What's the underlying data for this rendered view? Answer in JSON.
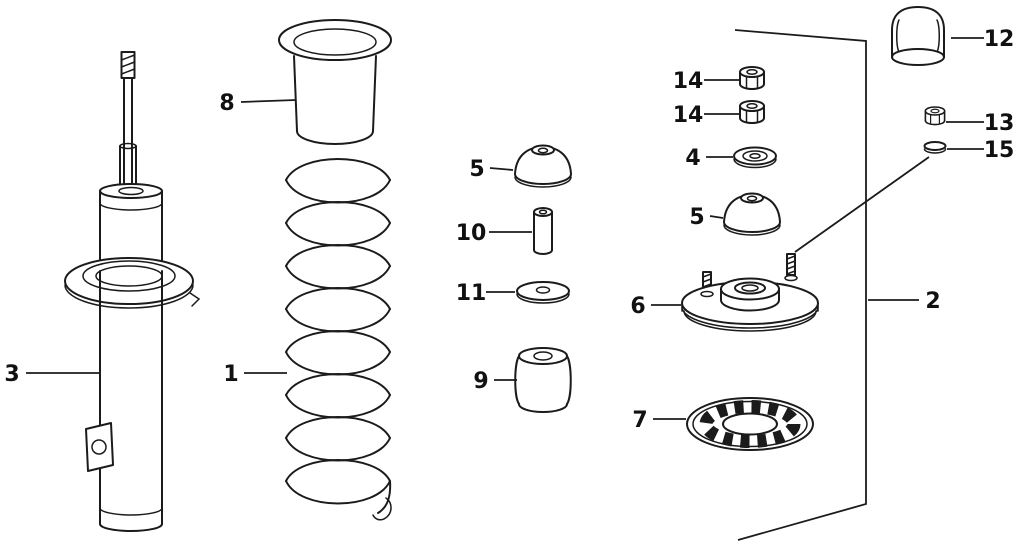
{
  "diagram": {
    "background_color": "#ffffff",
    "line_color": "#1b1b1b",
    "label_color": "#111111"
  },
  "callouts": {
    "c1": {
      "label": "1"
    },
    "c2": {
      "label": "2"
    },
    "c3": {
      "label": "3"
    },
    "c4": {
      "label": "4"
    },
    "c5a": {
      "label": "5"
    },
    "c5b": {
      "label": "5"
    },
    "c6": {
      "label": "6"
    },
    "c7": {
      "label": "7"
    },
    "c8": {
      "label": "8"
    },
    "c9": {
      "label": "9"
    },
    "c10": {
      "label": "10"
    },
    "c11": {
      "label": "11"
    },
    "c12": {
      "label": "12"
    },
    "c13": {
      "label": "13"
    },
    "c14a": {
      "label": "14"
    },
    "c14b": {
      "label": "14"
    },
    "c15": {
      "label": "15"
    }
  }
}
